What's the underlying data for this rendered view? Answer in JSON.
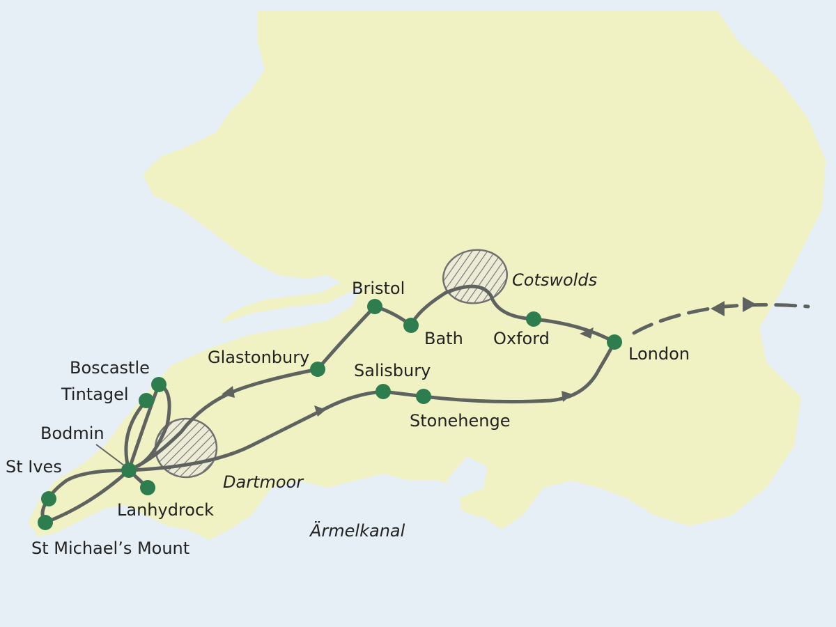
{
  "colors": {
    "sea": "#e6eff5",
    "land": "#f0f2c4",
    "route": "#5f6360",
    "stop": "#2e7d4f",
    "hatch": "#707070"
  },
  "places": {
    "bristol": "Bristol",
    "bath": "Bath",
    "oxford": "Oxford",
    "london": "London",
    "glastonbury": "Glastonbury",
    "salisbury": "Salisbury",
    "stonehenge": "Stonehenge",
    "boscastle": "Boscastle",
    "tintagel": "Tintagel",
    "bodmin": "Bodmin",
    "lanhydrock": "Lanhydrock",
    "st_ives": "St Ives",
    "st_michaels_mount": "St Michael’s Mount"
  },
  "regions": {
    "cotswolds": "Cotswolds",
    "dartmoor": "Dartmoor"
  },
  "water": {
    "channel": "Ärmelkanal"
  }
}
